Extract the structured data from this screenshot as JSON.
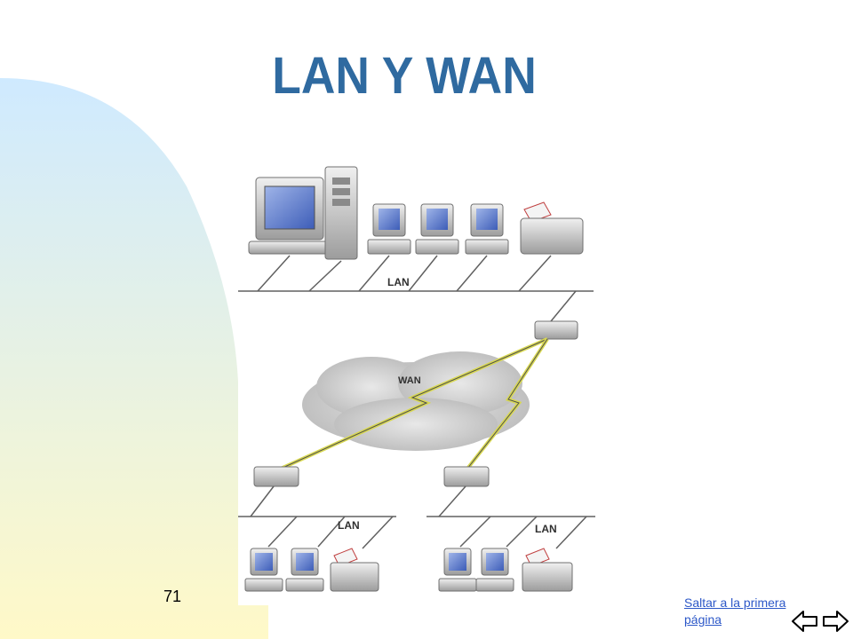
{
  "slide": {
    "title": "LAN Y WAN",
    "number": "71"
  },
  "diagram": {
    "lan_top_label": "LAN",
    "wan_label": "WAN",
    "lan_left_label": "LAN",
    "lan_right_label": "LAN"
  },
  "navigation": {
    "first_page_link": "Saltar a la primera página"
  },
  "colors": {
    "title": "#2f6aa0",
    "link": "#2d58c8",
    "gradient_top": "#cfeaff",
    "gradient_bottom": "#fff9c8"
  },
  "icons": {
    "prev": "left-arrow-outline-icon",
    "next": "right-arrow-outline-icon"
  }
}
